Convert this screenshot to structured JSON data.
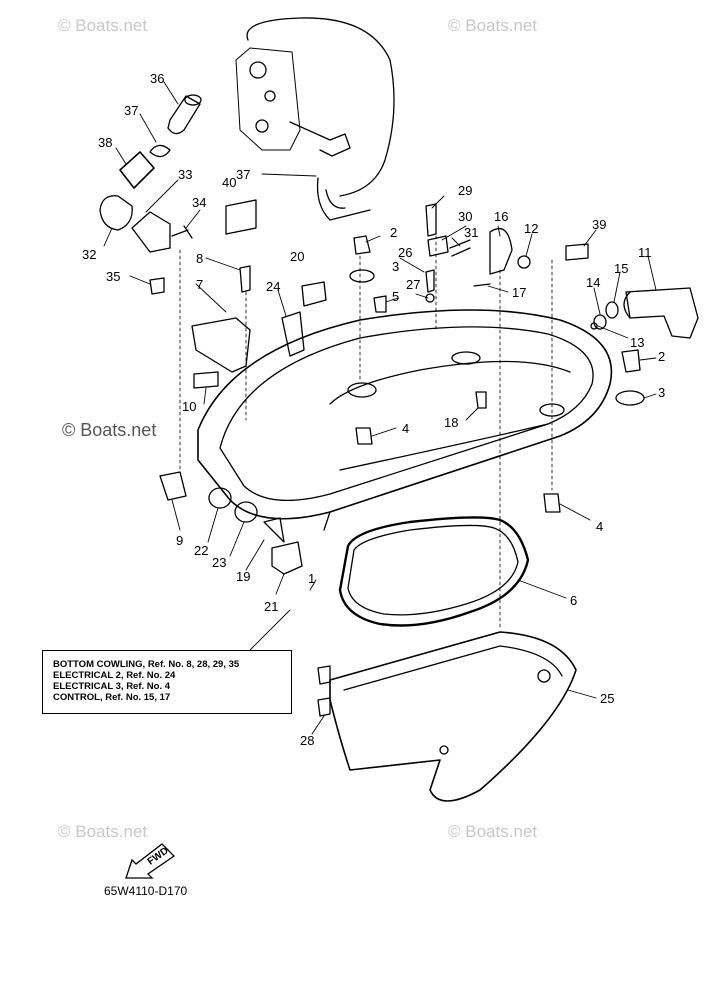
{
  "watermarks": {
    "top_left": "© Boats.net",
    "top_right": "© Boats.net",
    "mid_left": "© Boats.net",
    "bottom_left": "© Boats.net",
    "bottom_right": "© Boats.net"
  },
  "callouts": {
    "c36": "36",
    "c37a": "37",
    "c38": "38",
    "c33": "33",
    "c37b": "37",
    "c40": "40",
    "c34": "34",
    "c32": "32",
    "c8": "8",
    "c20": "20",
    "c35": "35",
    "c7": "7",
    "c24": "24",
    "c29": "29",
    "c30": "30",
    "c16": "16",
    "c12": "12",
    "c39": "39",
    "c11": "11",
    "c2a": "2",
    "c31": "31",
    "c26": "26",
    "c3a": "3",
    "c15": "15",
    "c14": "14",
    "c27": "27",
    "c5": "5",
    "c17": "17",
    "c13": "13",
    "c2b": "2",
    "c3b": "3",
    "c10": "10",
    "c18": "18",
    "c4a": "4",
    "c9": "9",
    "c22": "22",
    "c23": "23",
    "c19": "19",
    "c1": "1",
    "c21": "21",
    "c4b": "4",
    "c6": "6",
    "c25": "25",
    "c28": "28"
  },
  "legend": {
    "line1": "BOTTOM COWLING, Ref. No. 8, 28, 29, 35",
    "line2": "ELECTRICAL 2, Ref. No. 24",
    "line3": "ELECTRICAL 3, Ref. No. 4",
    "line4": "CONTROL, Ref. No. 15, 17"
  },
  "fwd_label": "FWD",
  "diagram_code": "65W4110-D170",
  "colors": {
    "ink": "#000000",
    "watermark": "#c8c8c8",
    "shade": "#9a9a9a"
  }
}
